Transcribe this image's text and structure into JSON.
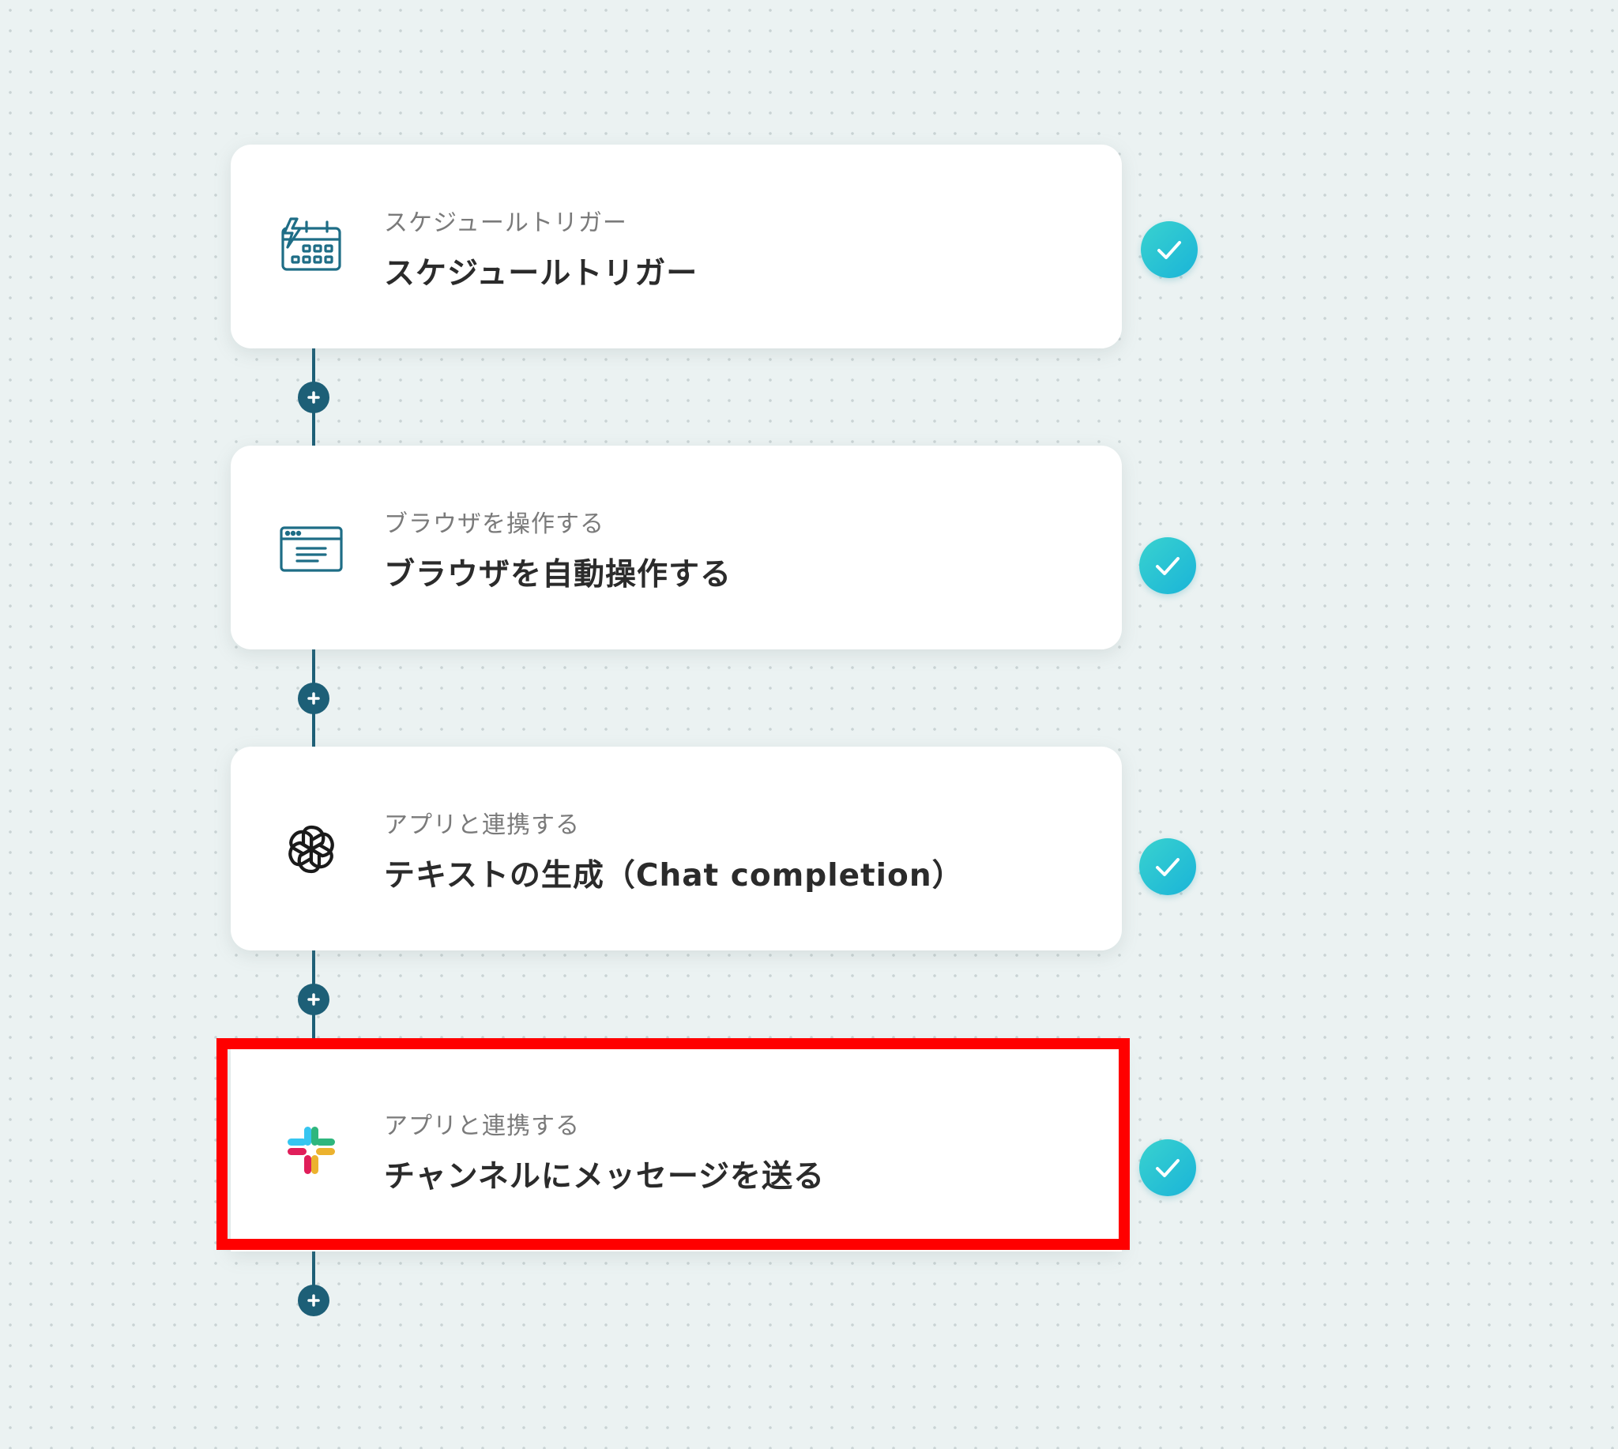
{
  "workflow": {
    "steps": [
      {
        "subtitle": "スケジュールトリガー",
        "title": "スケジュールトリガー",
        "icon": "schedule-trigger-icon",
        "status": "completed",
        "status_icon": "checkmark-icon"
      },
      {
        "subtitle": "ブラウザを操作する",
        "title": "ブラウザを自動操作する",
        "icon": "browser-window-icon",
        "status": "completed",
        "status_icon": "checkmark-icon"
      },
      {
        "subtitle": "アプリと連携する",
        "title": "テキストの生成（Chat completion）",
        "icon": "openai-logo-icon",
        "status": "completed",
        "status_icon": "checkmark-icon"
      },
      {
        "subtitle": "アプリと連携する",
        "title": "チャンネルにメッセージを送る",
        "icon": "slack-logo-icon",
        "status": "completed",
        "status_icon": "checkmark-icon",
        "highlighted": true
      }
    ],
    "add_step_icon": "plus-icon"
  },
  "colors": {
    "background": "#ebf2f2",
    "connector": "#1d5f77",
    "icon_teal": "#1e6d86",
    "check_gradient_start": "#39d2cf",
    "check_gradient_end": "#1ab4d8",
    "highlight_border": "#ff0000",
    "slack_blue": "#36c5f0",
    "slack_green": "#2eb67d",
    "slack_yellow": "#ecb22e",
    "slack_red": "#e01e5a"
  }
}
